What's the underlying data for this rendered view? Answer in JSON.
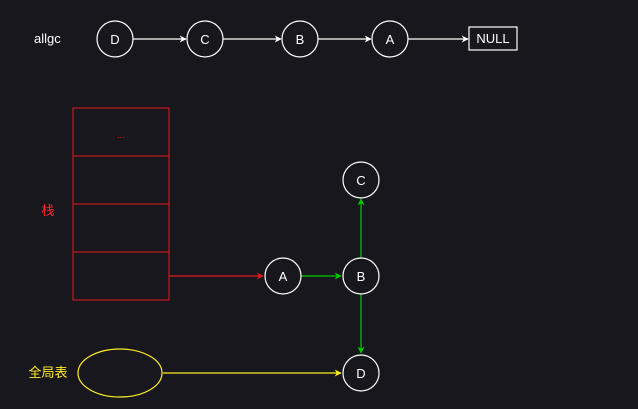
{
  "colors": {
    "background": "#18171e",
    "node_stroke": "#ffffff",
    "stack_stroke": "#e31a1c",
    "stack_label": "#ff2a2a",
    "green_edge": "#00cc00",
    "global_color": "#ffee22"
  },
  "allgc": {
    "label": "allgc",
    "nodes": [
      "D",
      "C",
      "B",
      "A"
    ],
    "terminal": "NULL"
  },
  "stack": {
    "label": "栈",
    "top_cell": "..."
  },
  "graph": {
    "nodes": {
      "a": "A",
      "b": "B",
      "c": "C",
      "d": "D"
    }
  },
  "global_table": {
    "label": "全局表"
  }
}
